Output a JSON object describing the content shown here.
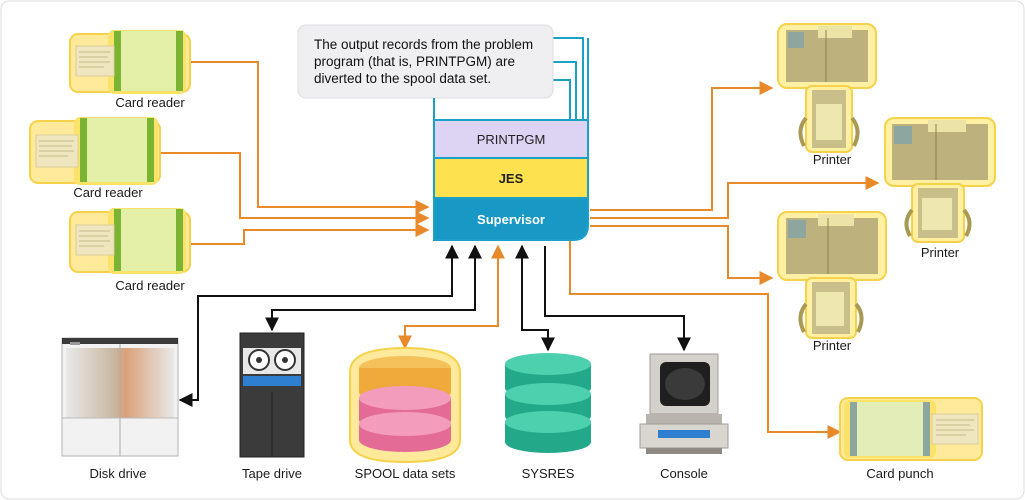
{
  "diagram": {
    "note": {
      "lines": [
        "The output records from the problem",
        "program (that is, PRINTPGM) are",
        "diverted to the spool data set."
      ]
    },
    "stack": {
      "printpgm": "PRINTPGM",
      "jes": "JES",
      "supervisor": "Supervisor"
    },
    "devices": {
      "card_reader_1": "Card reader",
      "card_reader_2": "Card reader",
      "card_reader_3": "Card reader",
      "printer_1": "Printer",
      "printer_2": "Printer",
      "printer_3": "Printer",
      "card_punch": "Card punch",
      "disk_drive": "Disk drive",
      "tape_drive": "Tape drive",
      "spool": "SPOOL data sets",
      "sysres": "SYSRES",
      "console": "Console"
    },
    "colors": {
      "outline": "#dedede",
      "orange_arrow": "#e8892a",
      "black_arrow": "#111111",
      "teal_line": "#1ba1c8",
      "printpgm_fill": "#ddd3f3",
      "jes_fill": "#fde14e",
      "supervisor_fill": "#1898c4",
      "note_fill": "#efeff2"
    }
  }
}
